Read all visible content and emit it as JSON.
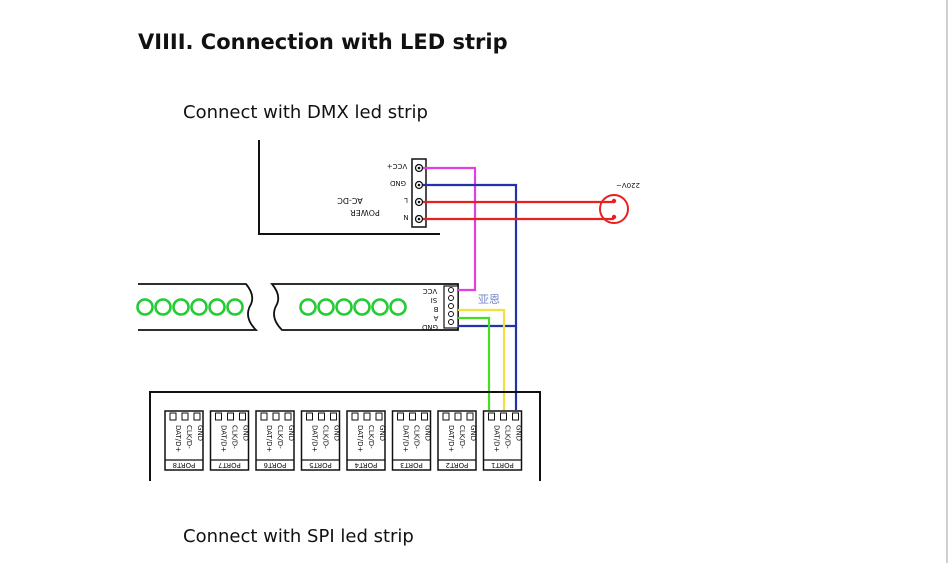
{
  "heading": "VIIII. Connection with LED strip",
  "dmx_caption": "Connect with  DMX led strip",
  "spi_caption": "Connect with SPI led strip",
  "power": {
    "title": "POWER",
    "subtitle": "AC-DC",
    "terminals": [
      "VCC+",
      "GND",
      "L",
      "N"
    ]
  },
  "source_label": "220V~",
  "strip": {
    "terminals": [
      "VCC",
      "SI",
      "B",
      "A",
      "GND"
    ],
    "note": "亚恩"
  },
  "ports": [
    {
      "label": "PORT8",
      "pins": [
        "GND",
        "CLK/D-",
        "DAT/D+"
      ]
    },
    {
      "label": "PORT7",
      "pins": [
        "GND",
        "CLK/D-",
        "DAT/D+"
      ]
    },
    {
      "label": "PORT6",
      "pins": [
        "GND",
        "CLK/D-",
        "DAT/D+"
      ]
    },
    {
      "label": "PORT5",
      "pins": [
        "GND",
        "CLK/D-",
        "DAT/D+"
      ]
    },
    {
      "label": "PORT4",
      "pins": [
        "GND",
        "CLK/D-",
        "DAT/D+"
      ]
    },
    {
      "label": "PORT3",
      "pins": [
        "GND",
        "CLK/D-",
        "DAT/D+"
      ]
    },
    {
      "label": "PORT2",
      "pins": [
        "GND",
        "CLK/D-",
        "DAT/D+"
      ]
    },
    {
      "label": "PORT1",
      "pins": [
        "GND",
        "CLK/D-",
        "DAT/D+"
      ]
    }
  ],
  "colors": {
    "vcc": "#e040e0",
    "gnd": "#2233aa",
    "ac": "#e82020",
    "led": "#22cc33",
    "b_wire": "#f0e040",
    "a_wire": "#44dd22"
  }
}
